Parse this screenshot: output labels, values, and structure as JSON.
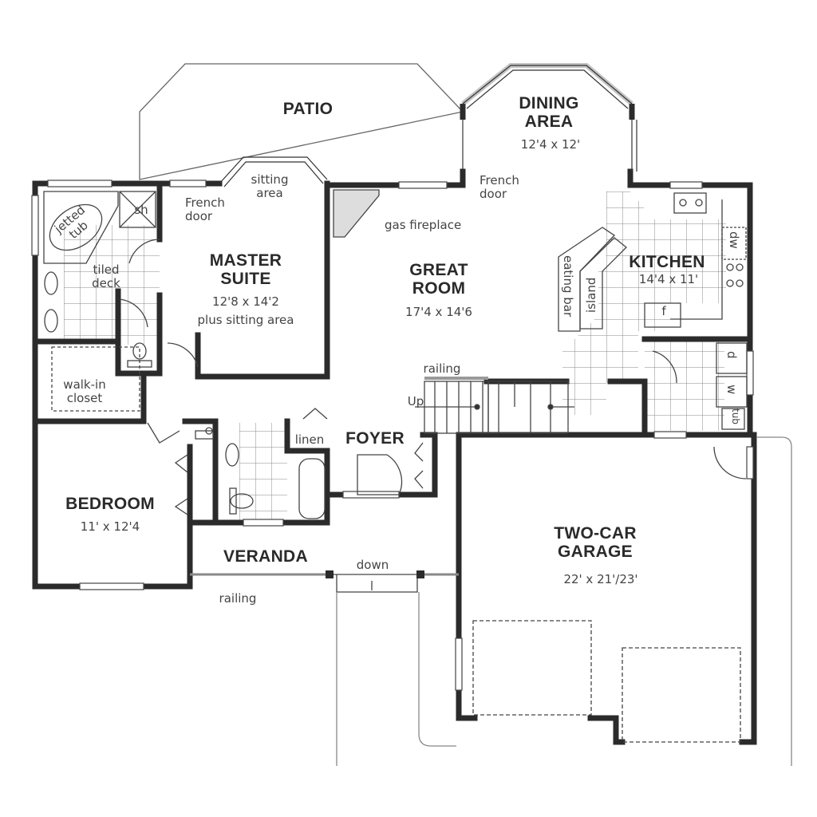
{
  "plan": {
    "rooms": [
      {
        "name": "PATIO",
        "dims": ""
      },
      {
        "name": "DINING AREA",
        "line1": "DINING",
        "line2": "AREA",
        "dims": "12'4 x 12'"
      },
      {
        "name": "MASTER SUITE",
        "line1": "MASTER",
        "line2": "SUITE",
        "dims": "12'8 x 14'2",
        "extra": "plus sitting area"
      },
      {
        "name": "GREAT ROOM",
        "line1": "GREAT",
        "line2": "ROOM",
        "dims": "17'4 x 14'6"
      },
      {
        "name": "KITCHEN",
        "dims": "14'4 x 11'"
      },
      {
        "name": "FOYER",
        "dims": ""
      },
      {
        "name": "BEDROOM",
        "dims": "11' x 12'4"
      },
      {
        "name": "VERANDA",
        "dims": ""
      },
      {
        "name": "TWO-CAR GARAGE",
        "line1": "TWO-CAR",
        "line2": "GARAGE",
        "dims": "22' x 21'/23'"
      }
    ],
    "notes": {
      "sitting_area_1": "sitting",
      "sitting_area_2": "area",
      "french_door_1a": "French",
      "french_door_1b": "door",
      "french_door_2a": "French",
      "french_door_2b": "door",
      "gas_fireplace": "gas fireplace",
      "jetted_tub_1": "jetted",
      "jetted_tub_2": "tub",
      "shower": "sh",
      "tiled_deck_1": "tiled",
      "tiled_deck_2": "deck",
      "walk_in_1": "walk-in",
      "walk_in_2": "closet",
      "linen": "linen",
      "railing_stair": "railing",
      "up": "Up",
      "railing_veranda": "railing",
      "down": "down",
      "eating_bar": "eating bar",
      "island": "island",
      "dw": "dw",
      "fridge": "f",
      "dryer": "d",
      "washer": "w",
      "laundry_tub": "tub"
    },
    "colors": {
      "wall": "#2b2b2b",
      "line": "#777777",
      "background": "#ffffff"
    }
  }
}
